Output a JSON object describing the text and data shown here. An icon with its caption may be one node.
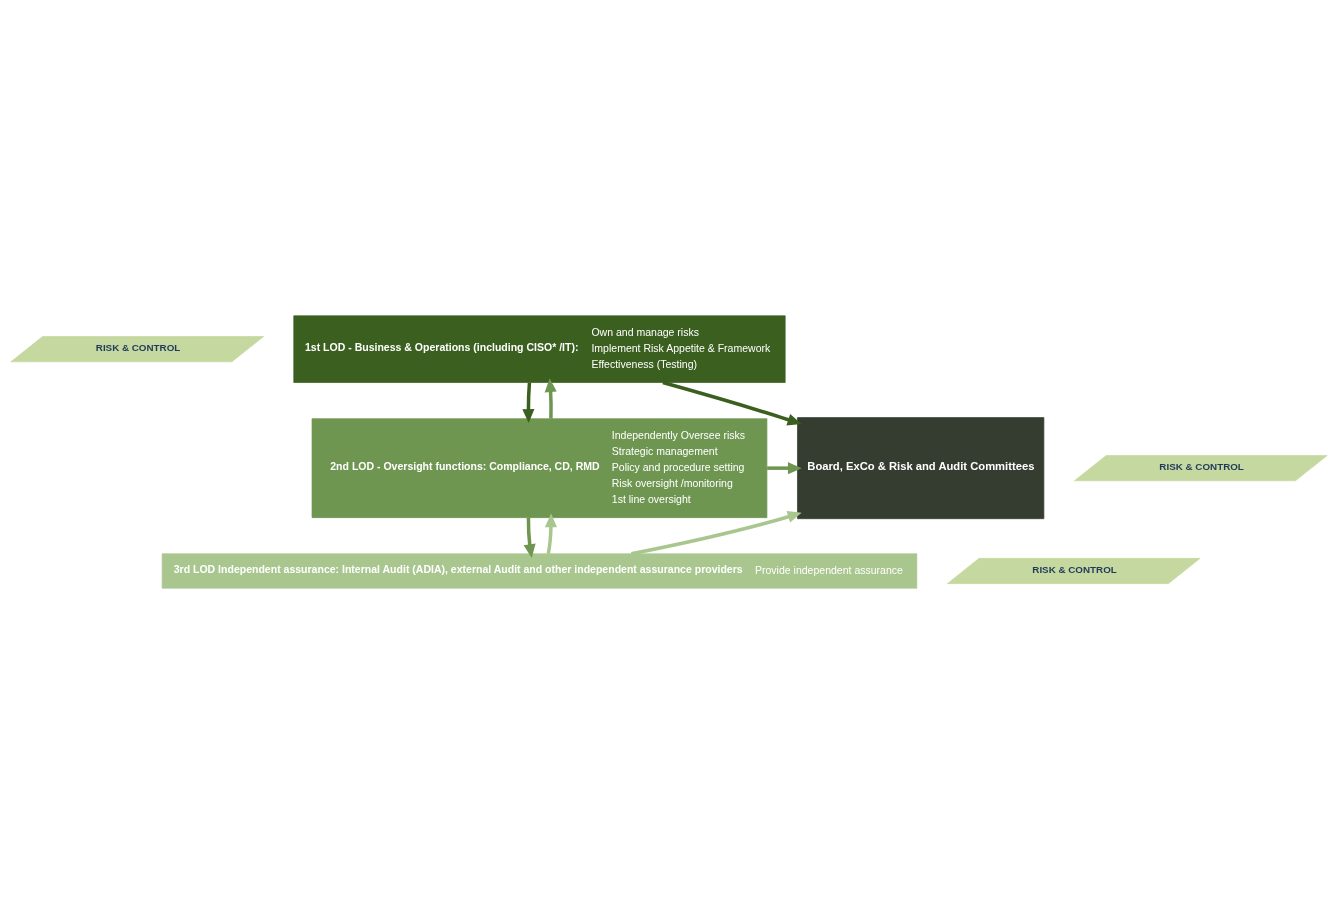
{
  "diagram": {
    "nodes": [
      {
        "text": [
          "RISK & CONTROL"
        ]
      },
      {
        "text": [
          "1st LOD - Business & Operations (including CISO* /IT):",
          "Own and manage risks",
          "Implement Risk Appetite & Framework",
          "Effectiveness (Testing)"
        ]
      },
      {
        "text": [
          "RISK & CONTROL"
        ]
      },
      {
        "text": [
          "2nd LOD - Oversight functions: Compliance, CD, RMD",
          "Independently Oversee risks",
          "Strategic management",
          "Policy and procedure setting",
          "Risk oversight /monitoring",
          "1st line oversight"
        ]
      },
      {
        "text": [
          "RISK & CONTROL"
        ]
      },
      {
        "text": [
          "3rd LOD Independent assurance: Internal Audit (ADIA), external Audit and other independent assurance providers",
          "Provide independent assurance"
        ]
      },
      {
        "text": [
          "Board, ExCo & Risk and Audit Committees"
        ]
      }
    ],
    "edges": [
      {
        "from": 1,
        "to": 3,
        "arrow": "to",
        "color": "#3a5f1e"
      },
      {
        "from": 3,
        "to": 1,
        "arrow": "to"
      },
      {
        "from": 3,
        "to": 5,
        "arrow": "to"
      },
      {
        "from": 5,
        "to": 3,
        "arrow": "to",
        "color": "#a9c68f"
      },
      {
        "from": 1,
        "to": 6,
        "arrow": "to",
        "color": "#3a5f1e"
      },
      {
        "from": 3,
        "to": 6,
        "arrow": "to"
      },
      {
        "from": 5,
        "to": 6,
        "arrow": "to",
        "color": "#a9c68f"
      }
    ]
  }
}
